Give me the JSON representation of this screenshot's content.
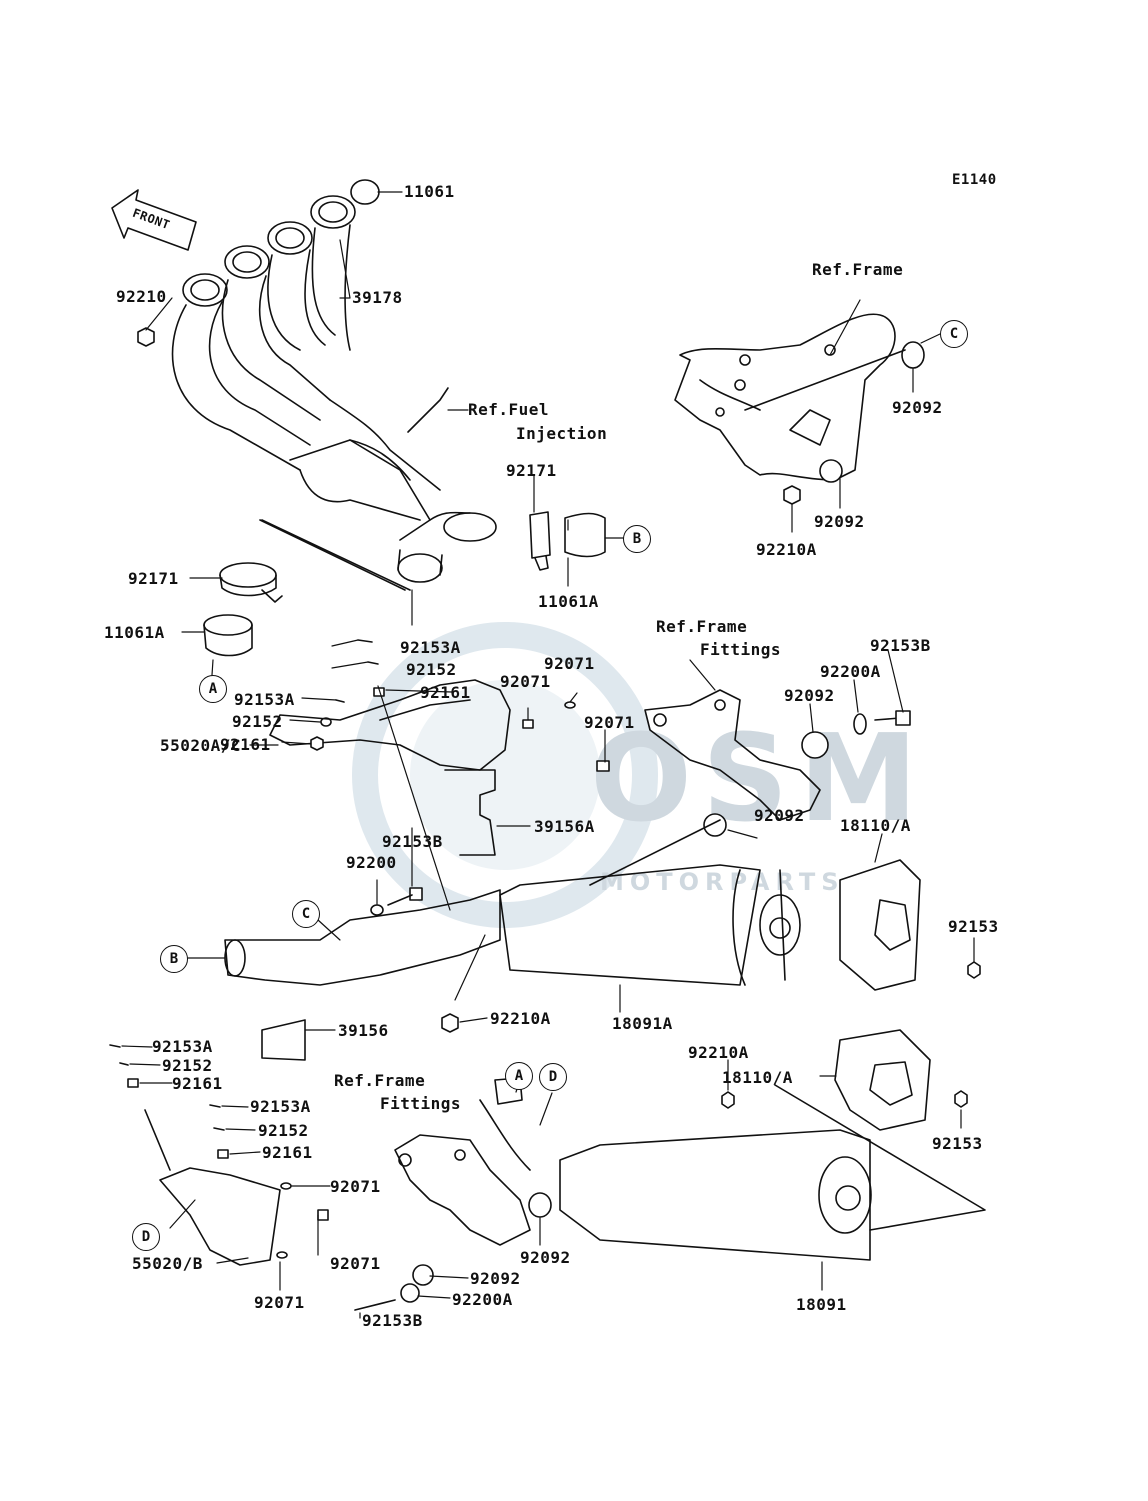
{
  "diagram_code": "E1140",
  "front_arrow": "FRONT",
  "watermark": {
    "logo": "OSM",
    "sub": "MOTORPARTS",
    "accent": "#4fb3e6"
  },
  "colors": {
    "line": "#111111",
    "shade": "#cfcfcf",
    "background": "#ffffff"
  },
  "refs": {
    "fuel_injection_1": "Ref.Fuel",
    "fuel_injection_2": "Injection",
    "frame_top": "Ref.Frame",
    "frame_fittings_mid_1": "Ref.Frame",
    "frame_fittings_mid_2": "Fittings",
    "frame_fittings_low_1": "Ref.Frame",
    "frame_fittings_low_2": "Fittings"
  },
  "circle_markers": {
    "c_top": "C",
    "b_top": "B",
    "a_left": "A",
    "c_mid": "C",
    "b_mid": "B",
    "a_low": "A",
    "d_low": "D",
    "d_left": "D"
  },
  "parts": {
    "p11061": "11061",
    "p39178": "39178",
    "p92210": "92210",
    "p92171_a": "92171",
    "p92171_b": "92171",
    "p11061a_a": "11061A",
    "p11061a_b": "11061A",
    "p92092_a": "92092",
    "p92092_b": "92092",
    "p92210a_a": "92210A",
    "p92153a_a": "92153A",
    "p92152_a": "92152",
    "p92161_a": "92161",
    "p92153a_b": "92153A",
    "p92152_b": "92152",
    "p92161_b": "92161",
    "p92071_a": "92071",
    "p92071_b": "92071",
    "p92071_c": "92071",
    "p55020ac": "55020A/C",
    "p39156a": "39156A",
    "p92153b_a": "92153B",
    "p92200": "92200",
    "p92200a_a": "92200A",
    "p92153b_b": "92153B",
    "p92092_c": "92092",
    "p92092_d": "92092",
    "p18110a_a": "18110/A",
    "p92153_a": "92153",
    "p18091a": "18091A",
    "p92210a_b": "92210A",
    "p39156": "39156",
    "p18110a_b": "18110/A",
    "p92153_b": "92153",
    "p92210a_c": "92210A",
    "p92153a_c": "92153A",
    "p92152_c": "92152",
    "p92161_c": "92161",
    "p92153a_d": "92153A",
    "p92152_d": "92152",
    "p92161_d": "92161",
    "p92071_d": "92071",
    "p92071_e": "92071",
    "p55020b": "55020/B",
    "p92071_f": "92071",
    "p92092_e": "92092",
    "p92092_f": "92092",
    "p92200a_b": "92200A",
    "p92153b_c": "92153B",
    "p18091": "18091"
  }
}
